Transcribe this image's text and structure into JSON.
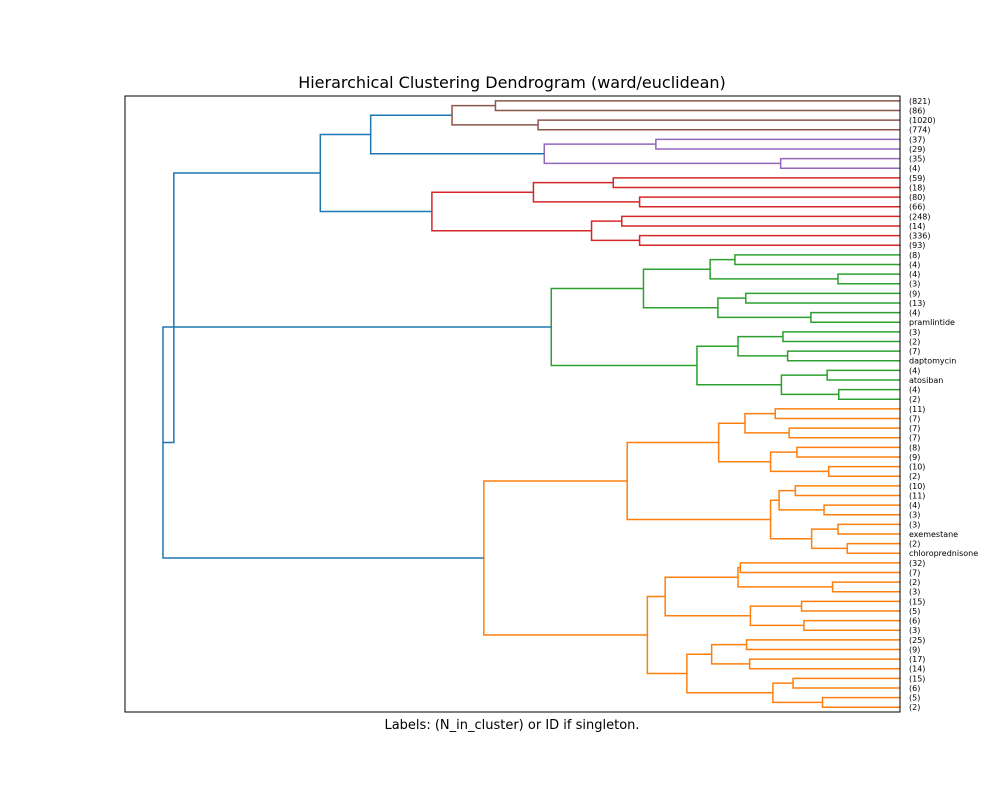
{
  "chart_data": {
    "type": "dendrogram",
    "title": "Hierarchical Clustering Dendrogram (ward/euclidean)",
    "xlabel": "Labels: (N_in_cluster) or ID if singleton.",
    "ylabel": "",
    "orientation": "right",
    "grid": false,
    "x_ticks_visible": false,
    "y_ticks_visible": false,
    "leaf_labels": [
      "(821)",
      "(86)",
      "(1020)",
      "(774)",
      "(37)",
      "(29)",
      "(35)",
      "(4)",
      "(59)",
      "(18)",
      "(80)",
      "(66)",
      "(248)",
      "(14)",
      "(336)",
      "(93)",
      "(8)",
      "(4)",
      "(4)",
      "(3)",
      "(9)",
      "(13)",
      "(4)",
      "pramlintide",
      "(3)",
      "(2)",
      "(7)",
      "daptomycin",
      "(4)",
      "atosiban",
      "(4)",
      "(2)",
      "(11)",
      "(7)",
      "(7)",
      "(7)",
      "(8)",
      "(9)",
      "(10)",
      "(2)",
      "(10)",
      "(11)",
      "(4)",
      "(3)",
      "(3)",
      "exemestane",
      "(2)",
      "chloroprednisone",
      "(32)",
      "(7)",
      "(2)",
      "(3)",
      "(15)",
      "(5)",
      "(6)",
      "(3)",
      "(25)",
      "(9)",
      "(17)",
      "(14)",
      "(15)",
      "(6)",
      "(5)",
      "(2)"
    ],
    "cluster_colors": {
      "brown": "#8c564b",
      "purple": "#9467bd",
      "red": "#d62728",
      "green": "#2ca02c",
      "orange": "#ff7f0e",
      "above_threshold": "#1f77b4"
    },
    "merges": [
      {
        "a": 0,
        "b": 1,
        "h": 0.522,
        "c": "brown"
      },
      {
        "a": 2,
        "b": 3,
        "h": 0.467,
        "c": "brown"
      },
      {
        "a": "n0",
        "b": "n1",
        "h": 0.578,
        "c": "brown"
      },
      {
        "a": 4,
        "b": 5,
        "h": 0.315,
        "c": "purple"
      },
      {
        "a": 6,
        "b": 7,
        "h": 0.154,
        "c": "purple"
      },
      {
        "a": "n3",
        "b": "n4",
        "h": 0.459,
        "c": "purple"
      },
      {
        "a": "n2",
        "b": "n5",
        "h": 0.683,
        "c": "above_threshold"
      },
      {
        "a": 8,
        "b": 9,
        "h": 0.37,
        "c": "red"
      },
      {
        "a": 10,
        "b": 11,
        "h": 0.336,
        "c": "red"
      },
      {
        "a": "n7",
        "b": "n8",
        "h": 0.473,
        "c": "red"
      },
      {
        "a": 12,
        "b": 13,
        "h": 0.359,
        "c": "red"
      },
      {
        "a": 14,
        "b": 15,
        "h": 0.336,
        "c": "red"
      },
      {
        "a": "n10",
        "b": "n11",
        "h": 0.398,
        "c": "red"
      },
      {
        "a": "n9",
        "b": "n12",
        "h": 0.604,
        "c": "red"
      },
      {
        "a": "n6",
        "b": "n13",
        "h": 0.748,
        "c": "above_threshold"
      },
      {
        "a": 16,
        "b": 17,
        "h": 0.213,
        "c": "green"
      },
      {
        "a": 18,
        "b": 19,
        "h": 0.08,
        "c": "green"
      },
      {
        "a": "n15",
        "b": "n16",
        "h": 0.245,
        "c": "green"
      },
      {
        "a": 20,
        "b": 21,
        "h": 0.199,
        "c": "green"
      },
      {
        "a": 22,
        "b": 23,
        "h": 0.115,
        "c": "green"
      },
      {
        "a": "n18",
        "b": "n19",
        "h": 0.235,
        "c": "green"
      },
      {
        "a": "n17",
        "b": "n20",
        "h": 0.331,
        "c": "green"
      },
      {
        "a": 24,
        "b": 25,
        "h": 0.151,
        "c": "green"
      },
      {
        "a": 26,
        "b": 27,
        "h": 0.145,
        "c": "green"
      },
      {
        "a": "n22",
        "b": "n23",
        "h": 0.209,
        "c": "green"
      },
      {
        "a": 28,
        "b": 29,
        "h": 0.094,
        "c": "green"
      },
      {
        "a": 30,
        "b": 31,
        "h": 0.079,
        "c": "green"
      },
      {
        "a": "n25",
        "b": "n26",
        "h": 0.153,
        "c": "green"
      },
      {
        "a": "n24",
        "b": "n27",
        "h": 0.262,
        "c": "green"
      },
      {
        "a": "n21",
        "b": "n28",
        "h": 0.45,
        "c": "green"
      },
      {
        "a": 32,
        "b": 33,
        "h": 0.161,
        "c": "orange"
      },
      {
        "a": 34,
        "b": 35,
        "h": 0.143,
        "c": "orange"
      },
      {
        "a": "n30",
        "b": "n31",
        "h": 0.2,
        "c": "orange"
      },
      {
        "a": 36,
        "b": 37,
        "h": 0.133,
        "c": "orange"
      },
      {
        "a": 38,
        "b": 39,
        "h": 0.092,
        "c": "orange"
      },
      {
        "a": "n33",
        "b": "n34",
        "h": 0.167,
        "c": "orange"
      },
      {
        "a": "n32",
        "b": "n35",
        "h": 0.234,
        "c": "orange"
      },
      {
        "a": 40,
        "b": 41,
        "h": 0.135,
        "c": "orange"
      },
      {
        "a": 42,
        "b": 43,
        "h": 0.098,
        "c": "orange"
      },
      {
        "a": "n37",
        "b": "n38",
        "h": 0.156,
        "c": "orange"
      },
      {
        "a": 44,
        "b": 45,
        "h": 0.08,
        "c": "orange"
      },
      {
        "a": 46,
        "b": 47,
        "h": 0.068,
        "c": "orange"
      },
      {
        "a": "n40",
        "b": "n41",
        "h": 0.114,
        "c": "orange"
      },
      {
        "a": "n39",
        "b": "n42",
        "h": 0.167,
        "c": "orange"
      },
      {
        "a": "n36",
        "b": "n43",
        "h": 0.352,
        "c": "orange"
      },
      {
        "a": 48,
        "b": 49,
        "h": 0.206,
        "c": "orange"
      },
      {
        "a": 50,
        "b": 51,
        "h": 0.087,
        "c": "orange"
      },
      {
        "a": "n45",
        "b": "n46",
        "h": 0.209,
        "c": "orange"
      },
      {
        "a": 52,
        "b": 53,
        "h": 0.127,
        "c": "orange"
      },
      {
        "a": 54,
        "b": 55,
        "h": 0.124,
        "c": "orange"
      },
      {
        "a": "n48",
        "b": "n49",
        "h": 0.193,
        "c": "orange"
      },
      {
        "a": "n47",
        "b": "n50",
        "h": 0.303,
        "c": "orange"
      },
      {
        "a": 56,
        "b": 57,
        "h": 0.198,
        "c": "orange"
      },
      {
        "a": 58,
        "b": 59,
        "h": 0.194,
        "c": "orange"
      },
      {
        "a": "n52",
        "b": "n53",
        "h": 0.243,
        "c": "orange"
      },
      {
        "a": 60,
        "b": 61,
        "h": 0.138,
        "c": "orange"
      },
      {
        "a": 62,
        "b": 63,
        "h": 0.1,
        "c": "orange"
      },
      {
        "a": "n55",
        "b": "n56",
        "h": 0.164,
        "c": "orange"
      },
      {
        "a": "n54",
        "b": "n57",
        "h": 0.275,
        "c": "orange"
      },
      {
        "a": "n51",
        "b": "n58",
        "h": 0.326,
        "c": "orange"
      },
      {
        "a": "n44",
        "b": "n59",
        "h": 0.537,
        "c": "orange"
      },
      {
        "a": "n29",
        "b": "n60",
        "h": 0.951,
        "c": "above_threshold"
      },
      {
        "a": "n14",
        "b": "n61",
        "h": 0.937,
        "c": "above_threshold"
      }
    ],
    "x_range": [
      0,
      1
    ],
    "y_range": [
      0,
      64
    ]
  }
}
